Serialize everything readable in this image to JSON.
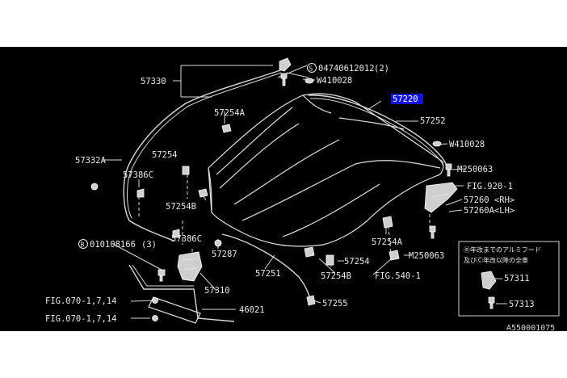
{
  "diagram": {
    "code": "A550001075",
    "parts": {
      "p57330": "57330",
      "p04740": "04740612012",
      "p04740_qty": "(2)",
      "s_mark": "S",
      "w410028a": "W410028",
      "p57220": "57220",
      "p57252": "57252",
      "w410028b": "W410028",
      "m250063a": "M250063",
      "fig920": "FIG.920-1",
      "p57260rh": "57260 <RH>",
      "p57260lh": "57260A<LH>",
      "p57254a_top": "57254A",
      "p57254_left": "57254",
      "p57332a": "57332A",
      "p57386c_a": "57386C",
      "p57254b_left": "57254B",
      "p57386c_b": "57386C",
      "b_mark": "B",
      "b010108166": "010108166",
      "b010108166_qty": "(3)",
      "p57287": "57287",
      "p57251": "57251",
      "p57310": "57310",
      "p57254a_right": "57254A",
      "m250063b": "M250063",
      "p57254_right": "57254",
      "p57254b_right": "57254B",
      "fig540": "FIG.540-1",
      "p57255": "57255",
      "fig070a": "FIG.070-1,7,14",
      "fig070b": "FIG.070-1,7,14",
      "p46021": "46021"
    },
    "inset": {
      "note_line1": "Ⓑ年改までのアルミフード",
      "note_line2": "及びⒸ年改以降の全車",
      "p57311": "57311",
      "p57313": "57313"
    }
  }
}
